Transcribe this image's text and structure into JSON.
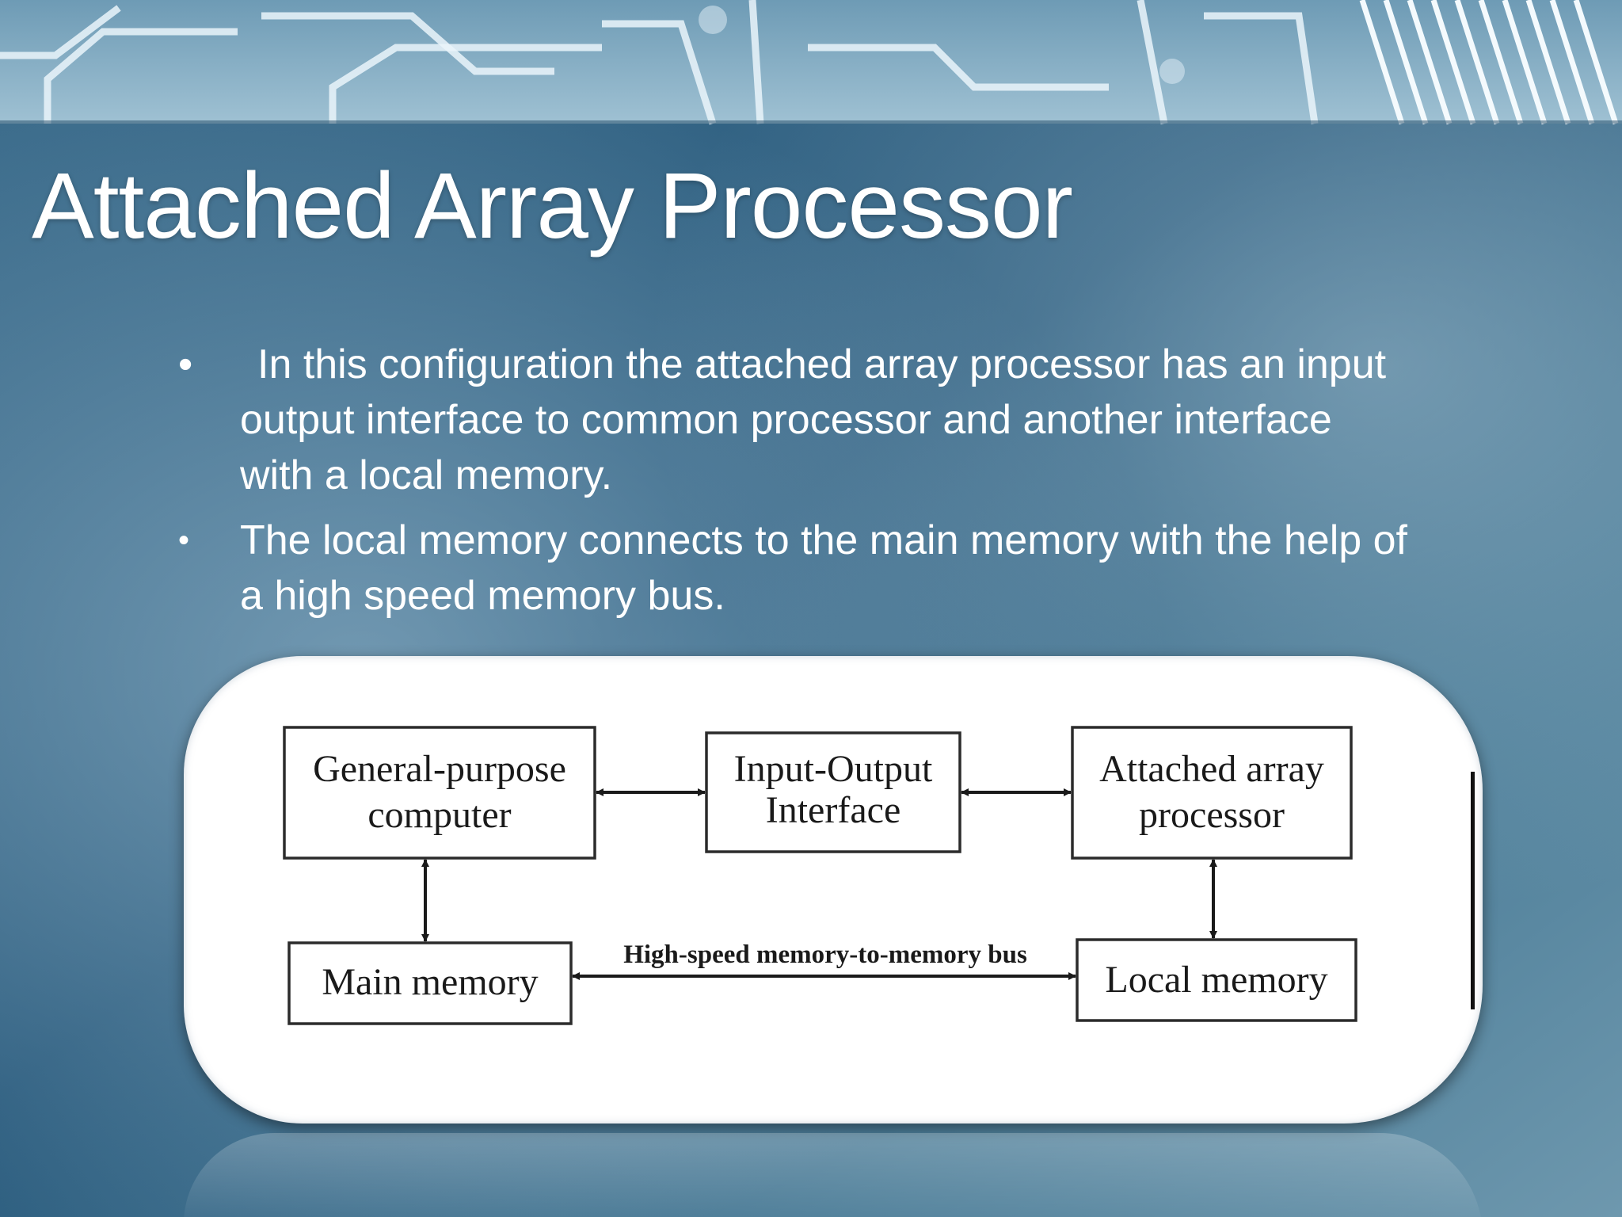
{
  "slide": {
    "title": "Attached Array Processor",
    "bullets": [
      {
        "marker": "•",
        "text": "In this configuration the attached array processor has an input output interface to common processor and another interface with a local memory."
      },
      {
        "marker": "•",
        "text": "The local memory connects to the main memory with the help of a high speed memory bus."
      }
    ]
  },
  "diagram": {
    "nodes": {
      "general_purpose": [
        "General-purpose",
        "computer"
      ],
      "io_interface": [
        "Input-Output",
        "Interface"
      ],
      "attached_array": [
        "Attached array",
        "processor"
      ],
      "main_memory": [
        "Main memory"
      ],
      "local_memory": [
        "Local memory"
      ]
    },
    "bus_label": "High-speed memory-to-memory bus"
  },
  "colors": {
    "text": "#ffffff",
    "background_dark": "#1e4a68",
    "background_light": "#8fb4c9",
    "panel": "#ffffff"
  }
}
